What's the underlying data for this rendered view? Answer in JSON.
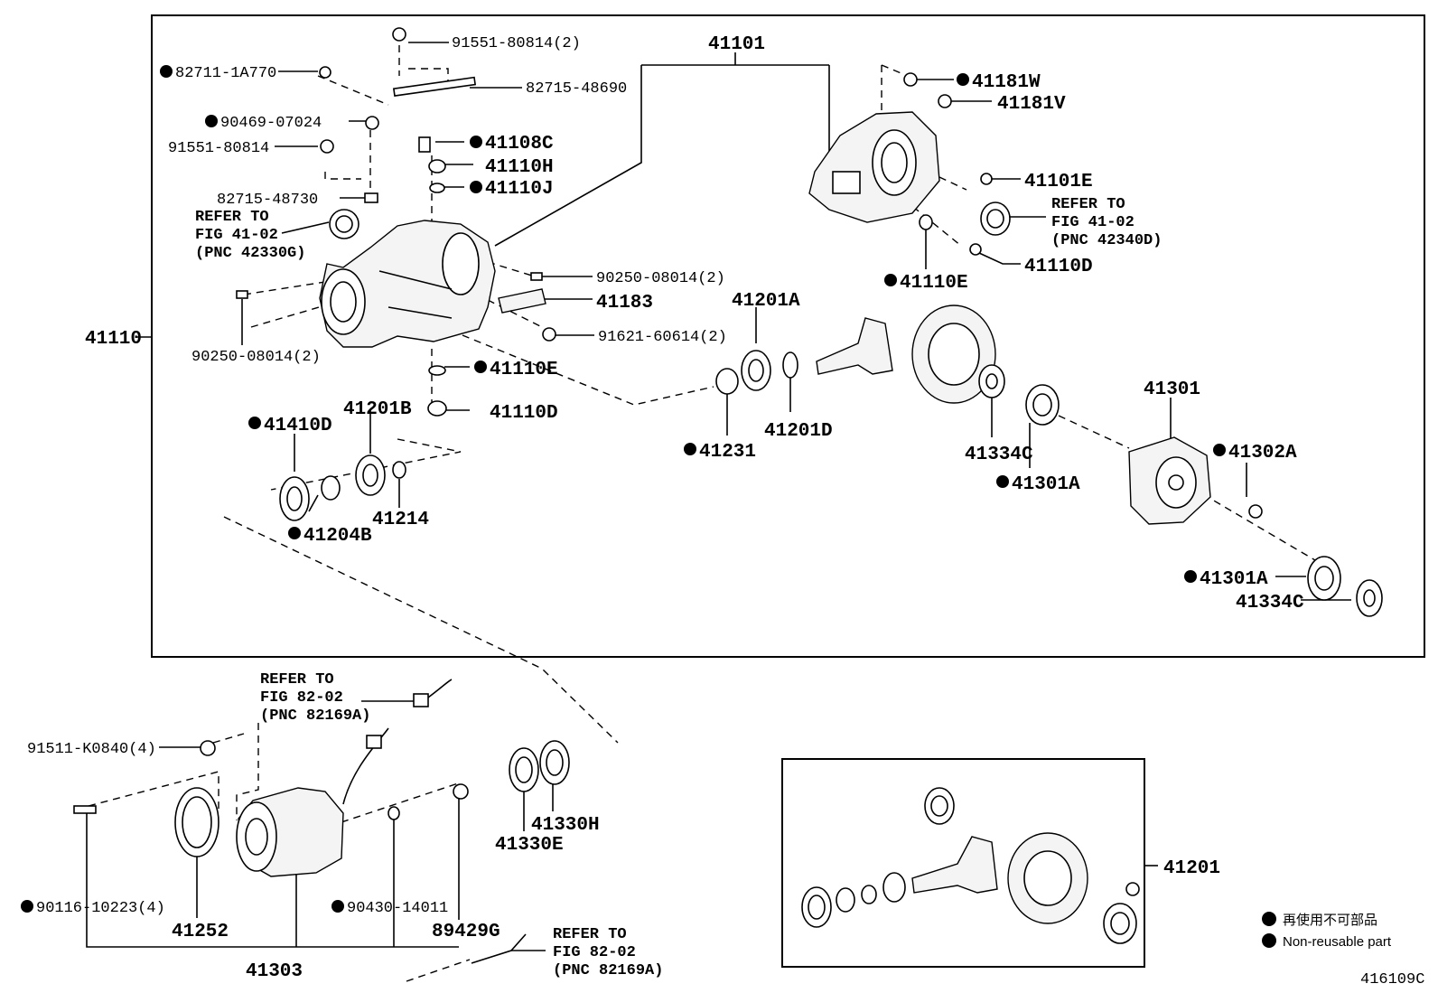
{
  "labels": {
    "p41101": "41101",
    "p41110": "41110",
    "p91551_2": "91551-80814(2)",
    "p82711": "82711-1A770",
    "p82715_48690": "82715-48690",
    "p90469": "90469-07024",
    "p91551": "91551-80814",
    "p41108C": "41108C",
    "p41110H": "41110H",
    "p41110J": "41110J",
    "p82715_48730": "82715-48730",
    "ref1_a": "REFER TO",
    "ref1_b": "FIG 41-02",
    "ref1_c": "(PNC 42330G)",
    "p90250_a": "90250-08014(2)",
    "p41183": "41183",
    "p91621": "91621-60614(2)",
    "p90250_b": "90250-08014(2)",
    "p41110E_l": "41110E",
    "p41110D_l": "41110D",
    "p41181W": "41181W",
    "p41181V": "41181V",
    "p41101E": "41101E",
    "ref2_a": "REFER TO",
    "ref2_b": "FIG 41-02",
    "ref2_c": "(PNC 42340D)",
    "p41110D_r": "41110D",
    "p41110E_r": "41110E",
    "p41201A": "41201A",
    "p41231": "41231",
    "p41201D": "41201D",
    "p41334C_1": "41334C",
    "p41301A_1": "41301A",
    "p41301": "41301",
    "p41302A": "41302A",
    "p41301A_2": "41301A",
    "p41334C_2": "41334C",
    "p41201B": "41201B",
    "p41410D": "41410D",
    "p41214": "41214",
    "p41204B": "41204B",
    "ref3_a": "REFER TO",
    "ref3_b": "FIG 82-02",
    "ref3_c": "(PNC 82169A)",
    "p91511": "91511-K0840(4)",
    "p90116": "90116-10223(4)",
    "p41252": "41252",
    "p41303": "41303",
    "p90430": "90430-14011",
    "p89429G": "89429G",
    "p41330E": "41330E",
    "p41330H": "41330H",
    "ref4_a": "REFER TO",
    "ref4_b": "FIG 82-02",
    "ref4_c": "(PNC 82169A)",
    "p41201": "41201"
  },
  "legend": {
    "line1": "再使用不可部品",
    "line2": "Non-reusable part"
  },
  "figure_code": "416109C"
}
